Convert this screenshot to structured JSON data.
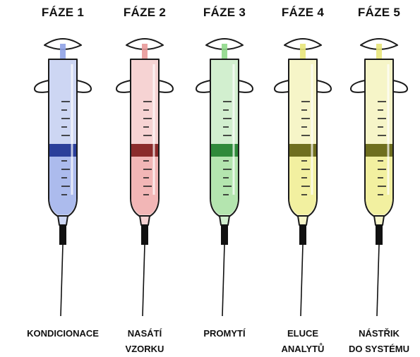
{
  "phases": [
    {
      "title": "FÁZE 1",
      "label1": "KONDICIONACE",
      "label2": "",
      "light": "#cdd6f3",
      "fill": "#aab9ec",
      "dark": "#2b3f9a",
      "stripe": "#8fa2e6"
    },
    {
      "title": "FÁZE 2",
      "label1": "NASÁTÍ",
      "label2": "VZORKU",
      "light": "#f6d3d3",
      "fill": "#f1b4b4",
      "dark": "#8b2b2b",
      "stripe": "#e89999"
    },
    {
      "title": "FÁZE 3",
      "label1": "PROMYTÍ",
      "label2": "",
      "light": "#d2efcf",
      "fill": "#b2e4ad",
      "dark": "#2f8a3a",
      "stripe": "#8fd88a"
    },
    {
      "title": "FÁZE 4",
      "label1": "ELUCE",
      "label2": "ANALYTŮ",
      "light": "#f6f5c8",
      "fill": "#f1ef9e",
      "dark": "#6f6f1f",
      "stripe": "#e8e67a"
    },
    {
      "title": "FÁZE 5",
      "label1": "NÁSTŘIK",
      "label2": "DO SYSTÉMU",
      "light": "#f6f5c8",
      "fill": "#f1ef9e",
      "dark": "#6f6f1f",
      "stripe": "#e8e67a"
    }
  ]
}
